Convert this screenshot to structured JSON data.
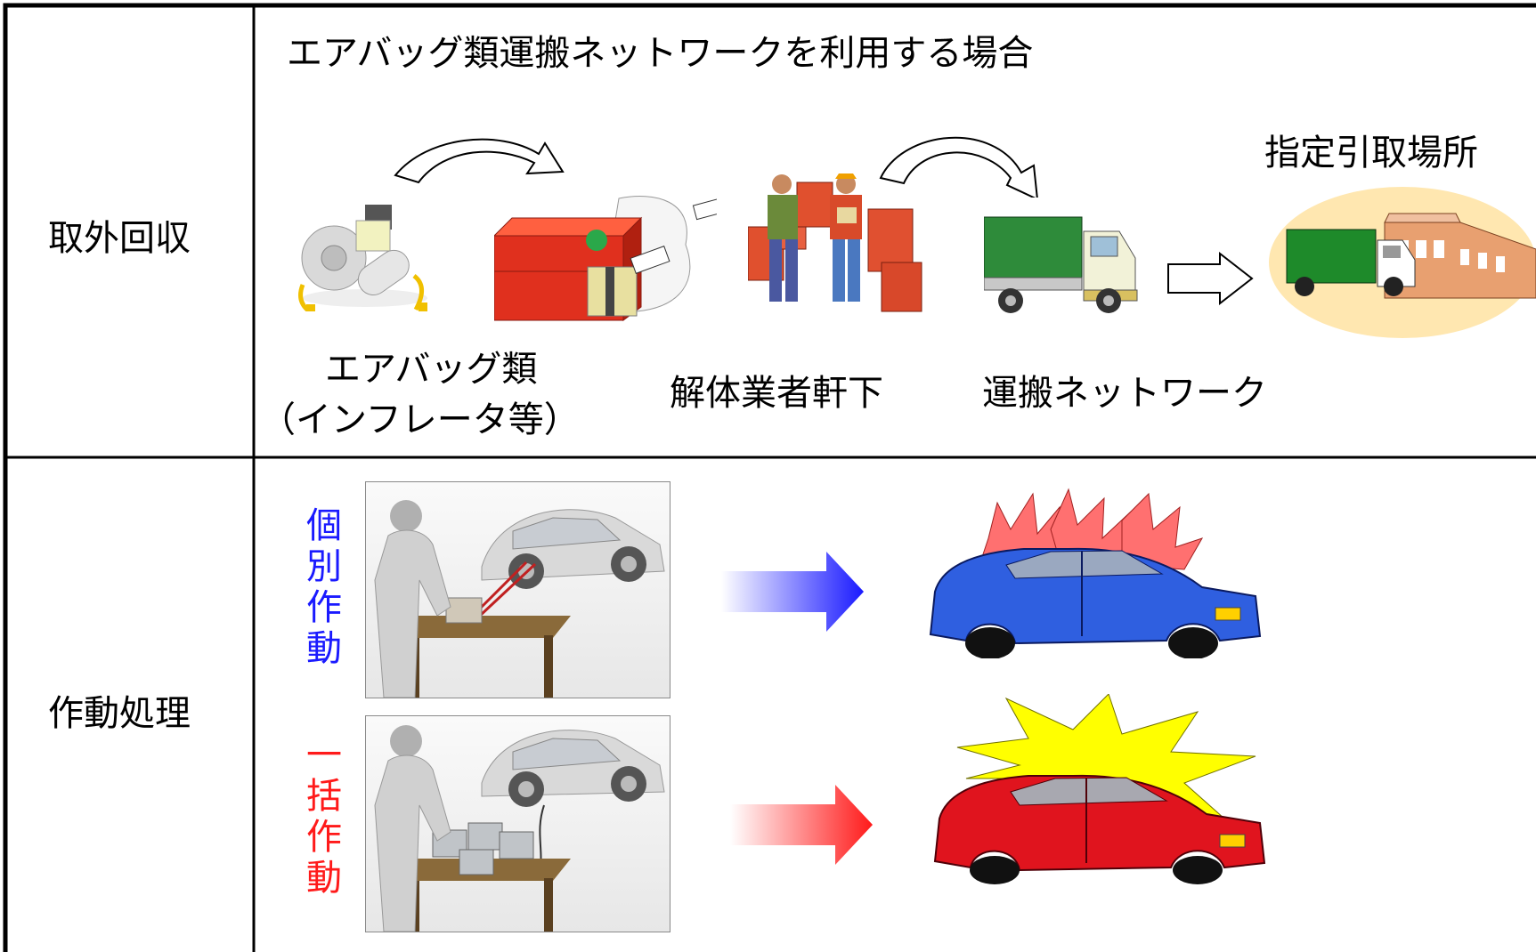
{
  "table": {
    "rows": [
      {
        "label": "取外回収"
      },
      {
        "label": "作動処理"
      }
    ]
  },
  "collection": {
    "title": "エアバッグ類運搬ネットワークを利用する場合",
    "steps": [
      {
        "line1": "エアバッグ類",
        "line2": "（インフレータ等）"
      },
      {
        "line1": "解体業者軒下"
      },
      {
        "line1": "運搬ネットワーク"
      },
      {
        "line1": "指定引取場所"
      }
    ]
  },
  "deployment": {
    "methods": [
      {
        "label": "個別作動",
        "color": "#1a1aff"
      },
      {
        "label": "一括作動",
        "color": "#ff1a1a"
      }
    ]
  },
  "colors": {
    "box_red": "#e0301e",
    "truck_green": "#2e8b3a",
    "car_blue": "#2f5fe0",
    "car_red": "#e0141e",
    "burst_red": "#ff6a6a",
    "burst_yellow": "#ffff00"
  }
}
